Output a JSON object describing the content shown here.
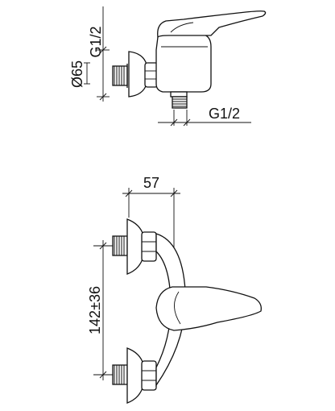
{
  "views": {
    "top": {
      "dims": {
        "inlet_thread": "G1/2",
        "flange_diameter": "Ø65",
        "outlet_thread": "G1/2"
      }
    },
    "front": {
      "dims": {
        "depth": "57",
        "center_distance": "142±36"
      }
    }
  },
  "colors": {
    "line": "#111111",
    "background": "#ffffff"
  }
}
